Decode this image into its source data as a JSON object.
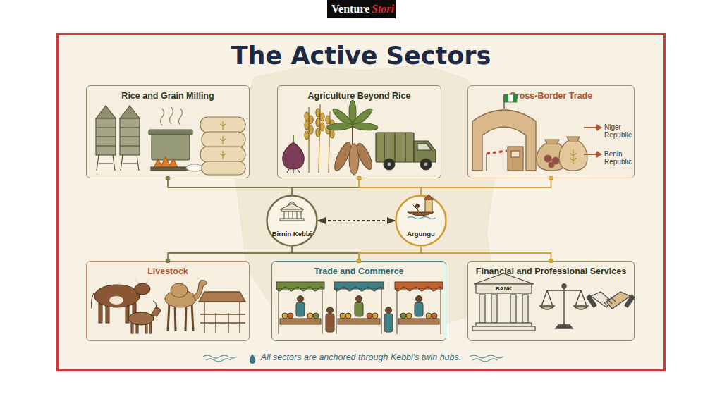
{
  "diagram": {
    "title": "The Active Sectors",
    "caption": "All sectors are anchored through Kebbi's twin hubs.",
    "nodes": [
      {
        "text": [
          "Rice and Grain Milling"
        ]
      },
      {
        "text": [
          "Agriculture Beyond Rice"
        ]
      },
      {
        "text": [
          "Cross-Border Trade"
        ]
      },
      {
        "text": [
          "Birnin Kebbi"
        ]
      },
      {
        "text": [
          "Argungu"
        ]
      },
      {
        "text": [
          "Livestock"
        ]
      },
      {
        "text": [
          "Trade and Commerce"
        ]
      },
      {
        "text": [
          "Financial and Professional Services"
        ]
      }
    ],
    "edges": [
      {
        "from": 0,
        "to": 3,
        "arrow": "none"
      },
      {
        "from": 1,
        "to": 3,
        "arrow": "none"
      },
      {
        "from": 1,
        "to": 4,
        "arrow": "none"
      },
      {
        "from": 2,
        "to": 4,
        "arrow": "none"
      },
      {
        "from": 3,
        "to": 4,
        "arrow": "both"
      },
      {
        "from": 3,
        "to": 5,
        "arrow": "none"
      },
      {
        "from": 3,
        "to": 6,
        "arrow": "none"
      },
      {
        "from": 4,
        "to": 6,
        "arrow": "none"
      },
      {
        "from": 4,
        "to": 7,
        "arrow": "none"
      }
    ],
    "labels": [
      "Venture",
      "Stori",
      "Niger Republic",
      "Benin Republic",
      "BANK"
    ]
  }
}
